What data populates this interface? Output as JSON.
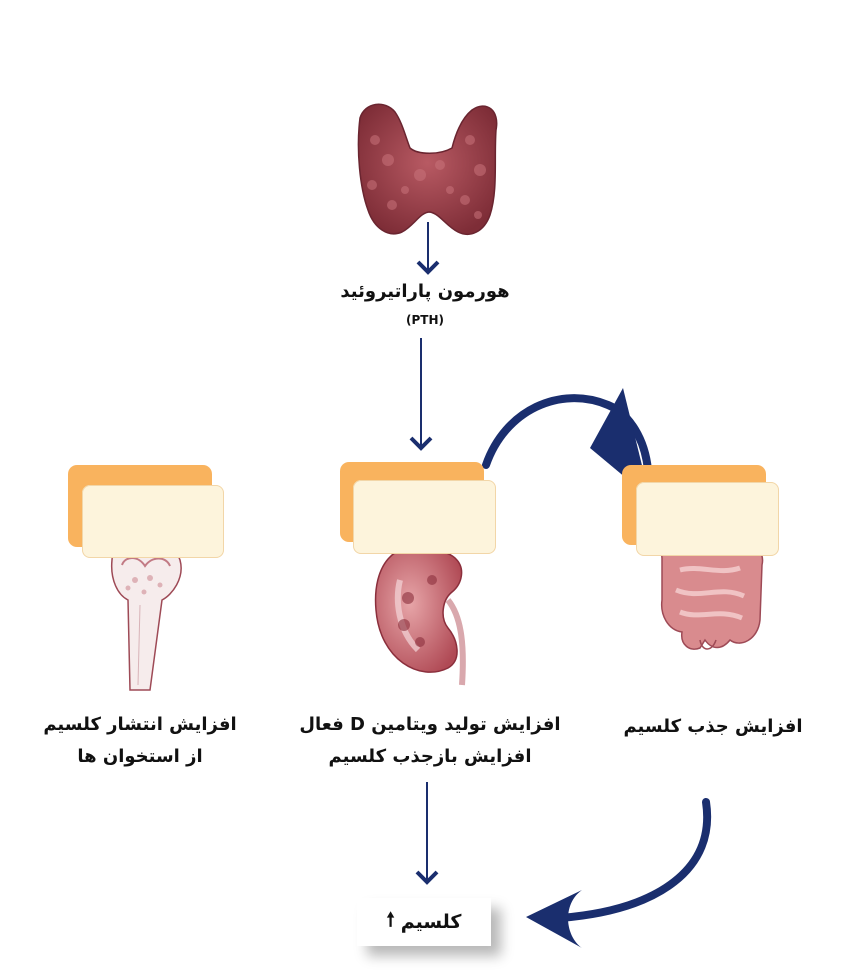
{
  "colors": {
    "arrow": "#1a2e6e",
    "card_back": "#f9b35e",
    "card_front": "#fdf4dc",
    "thyroid": "#8e3a44",
    "tissue": "#c9737b"
  },
  "hormone": {
    "name": "هورمون پاراتیروئید",
    "abbr": "(PTH)"
  },
  "outcomes": {
    "bone": {
      "line1": "افزایش انتشار کلسیم",
      "line2": "از استخوان ها"
    },
    "kidney": {
      "line1": "افزایش تولید ویتامین D فعال",
      "line2": "افزایش بازجذب کلسیم"
    },
    "intestine": {
      "line1": "افزایش جذب کلسیم"
    }
  },
  "result": {
    "label": "کلسیم",
    "arrow_glyph": "🠕"
  },
  "icons": [
    "thyroid-gland-icon",
    "bone-icon",
    "kidney-icon",
    "intestine-icon"
  ]
}
